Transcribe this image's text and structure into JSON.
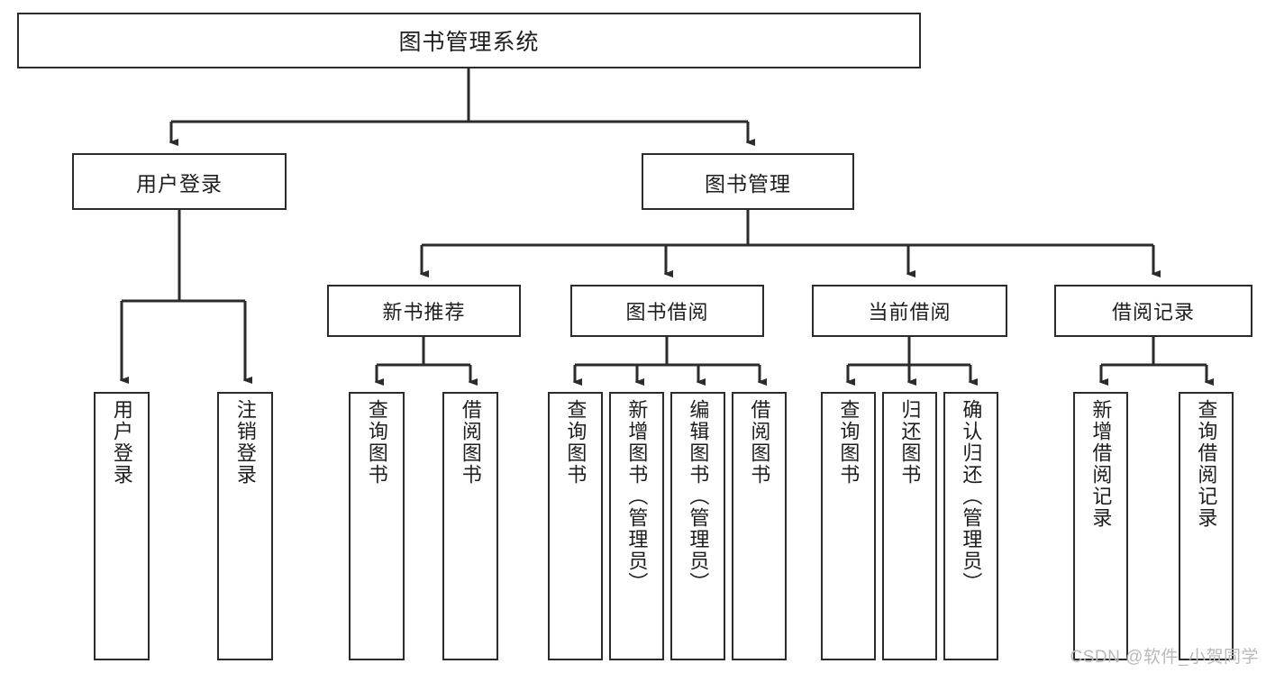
{
  "diagram": {
    "title": "图书管理系统",
    "watermark": "CSDN @软件_小贺同学",
    "stroke_color": "#2b2b2b",
    "background_color": "#ffffff",
    "watermark_color": "#b9b9b9",
    "root": {
      "label": "图书管理系统",
      "level": 0
    },
    "level1": [
      {
        "label": "用户登录"
      },
      {
        "label": "图书管理"
      }
    ],
    "level2": [
      {
        "label": "新书推荐",
        "parent": "图书管理"
      },
      {
        "label": "图书借阅",
        "parent": "图书管理"
      },
      {
        "label": "当前借阅",
        "parent": "图书管理"
      },
      {
        "label": "借阅记录",
        "parent": "图书管理"
      }
    ],
    "leaves": {
      "user_login": [
        {
          "label": "用户登录"
        },
        {
          "label": "注销登录"
        }
      ],
      "new_book_recommend": [
        {
          "label": "查询图书"
        },
        {
          "label": "借阅图书"
        }
      ],
      "book_borrow": [
        {
          "label": "查询图书"
        },
        {
          "label": "新增图书（管理员）"
        },
        {
          "label": "编辑图书（管理员）"
        },
        {
          "label": "借阅图书"
        }
      ],
      "current_borrow": [
        {
          "label": "查询图书"
        },
        {
          "label": "归还图书"
        },
        {
          "label": "确认归还（管理员）"
        }
      ],
      "borrow_record": [
        {
          "label": "新增借阅记录"
        },
        {
          "label": "查询借阅记录"
        }
      ]
    }
  }
}
